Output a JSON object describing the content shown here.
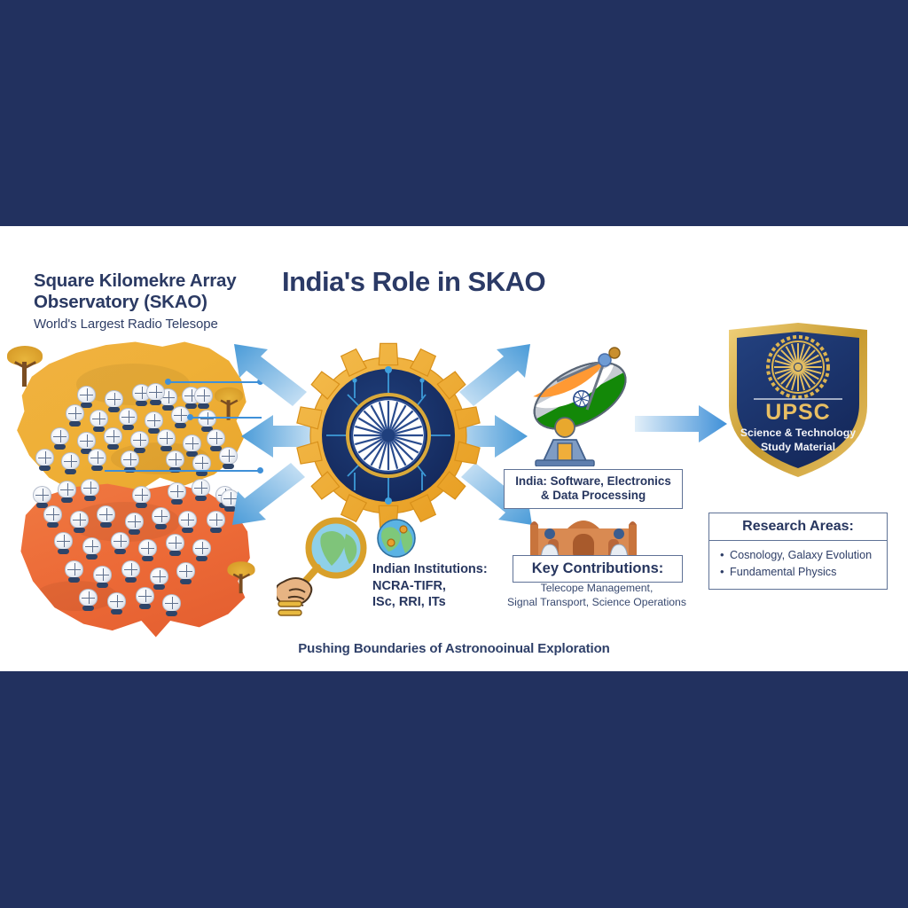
{
  "canvas": {
    "background_outer": "#22315f",
    "background_inner": "#ffffff",
    "accent_blue": "#3f90d8",
    "navy": "#22315f",
    "gold": "#e8bf63",
    "africa_color": "#efb037",
    "australia_color": "#ec6a37"
  },
  "header": {
    "title": "India's Role in SKAO",
    "skao_line1": "Square Kilomekre Array",
    "skao_line2": "Observatory (SKAO)",
    "skao_subtitle": "World's Largest Radio Telesope"
  },
  "footer": {
    "tagline": "Pushing Boundaries of Astronooinual Exploration"
  },
  "labels": {
    "india_software_line1": "India: Software, Electronics",
    "india_software_line2": "& Data Processing",
    "institutions_line1": "Indian Institutions:",
    "institutions_line2": "NCRA-TIFR,",
    "institutions_line3": "ISc, RRI, ITs",
    "key_contributions_title": "Key Contributions:",
    "key_contributions_line1": "Telecope Management,",
    "key_contributions_line2": "Signal Transport, Science Operations"
  },
  "research": {
    "title": "Research Areas:",
    "items": [
      "Cosnology, Galaxy Evolution",
      "Fundamental Physics"
    ]
  },
  "badge": {
    "name": "UPSC",
    "subtitle_line1": "Science & Technology",
    "subtitle_line2": "Study Material"
  },
  "icons": {
    "hub": "gear-ashoka-chakra-icon",
    "satellite": "satellite-dish-tricolor-icon",
    "magnifier": "magnifying-glass-globe-icon",
    "globe": "globe-icon",
    "building": "heritage-building-scientists-icon",
    "shield": "shield-badge-icon",
    "tree": "acacia-tree-icon",
    "antenna": "radio-antenna-dish-icon"
  },
  "maps": [
    {
      "name": "south-africa",
      "color": "#efb037",
      "antenna_count": 27
    },
    {
      "name": "australia",
      "color": "#ec6a37",
      "antenna_count": 30
    }
  ],
  "arrows": {
    "count_from_hub": 6,
    "dish_to_badge": 1,
    "color": "#4a9bd8"
  }
}
